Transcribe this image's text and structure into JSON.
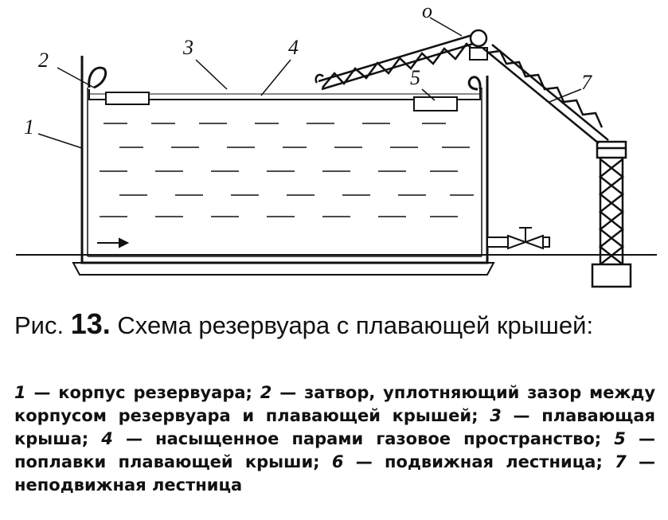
{
  "labels": [
    "1",
    "2",
    "3",
    "4",
    "5",
    "o",
    "7"
  ],
  "caption": {
    "prefix": "Рис.",
    "number": "13.",
    "text": "Схема резервуара с плавающей крышей:"
  },
  "legend": [
    {
      "num": "1",
      "text": "— корпус резервуара;"
    },
    {
      "num": "2",
      "text": "— затвор, уплотняющий зазор между корпусом резервуара и плавающей крышей;"
    },
    {
      "num": "3",
      "text": "— плавающая крыша;"
    },
    {
      "num": "4",
      "text": "— насыщенное парами газовое пространство;"
    },
    {
      "num": "5",
      "text": "— поплавки плавающей крыши;"
    },
    {
      "num": "6",
      "text": "— подвижная лестница;"
    },
    {
      "num": "7",
      "text": "— неподвижная лестница"
    }
  ]
}
